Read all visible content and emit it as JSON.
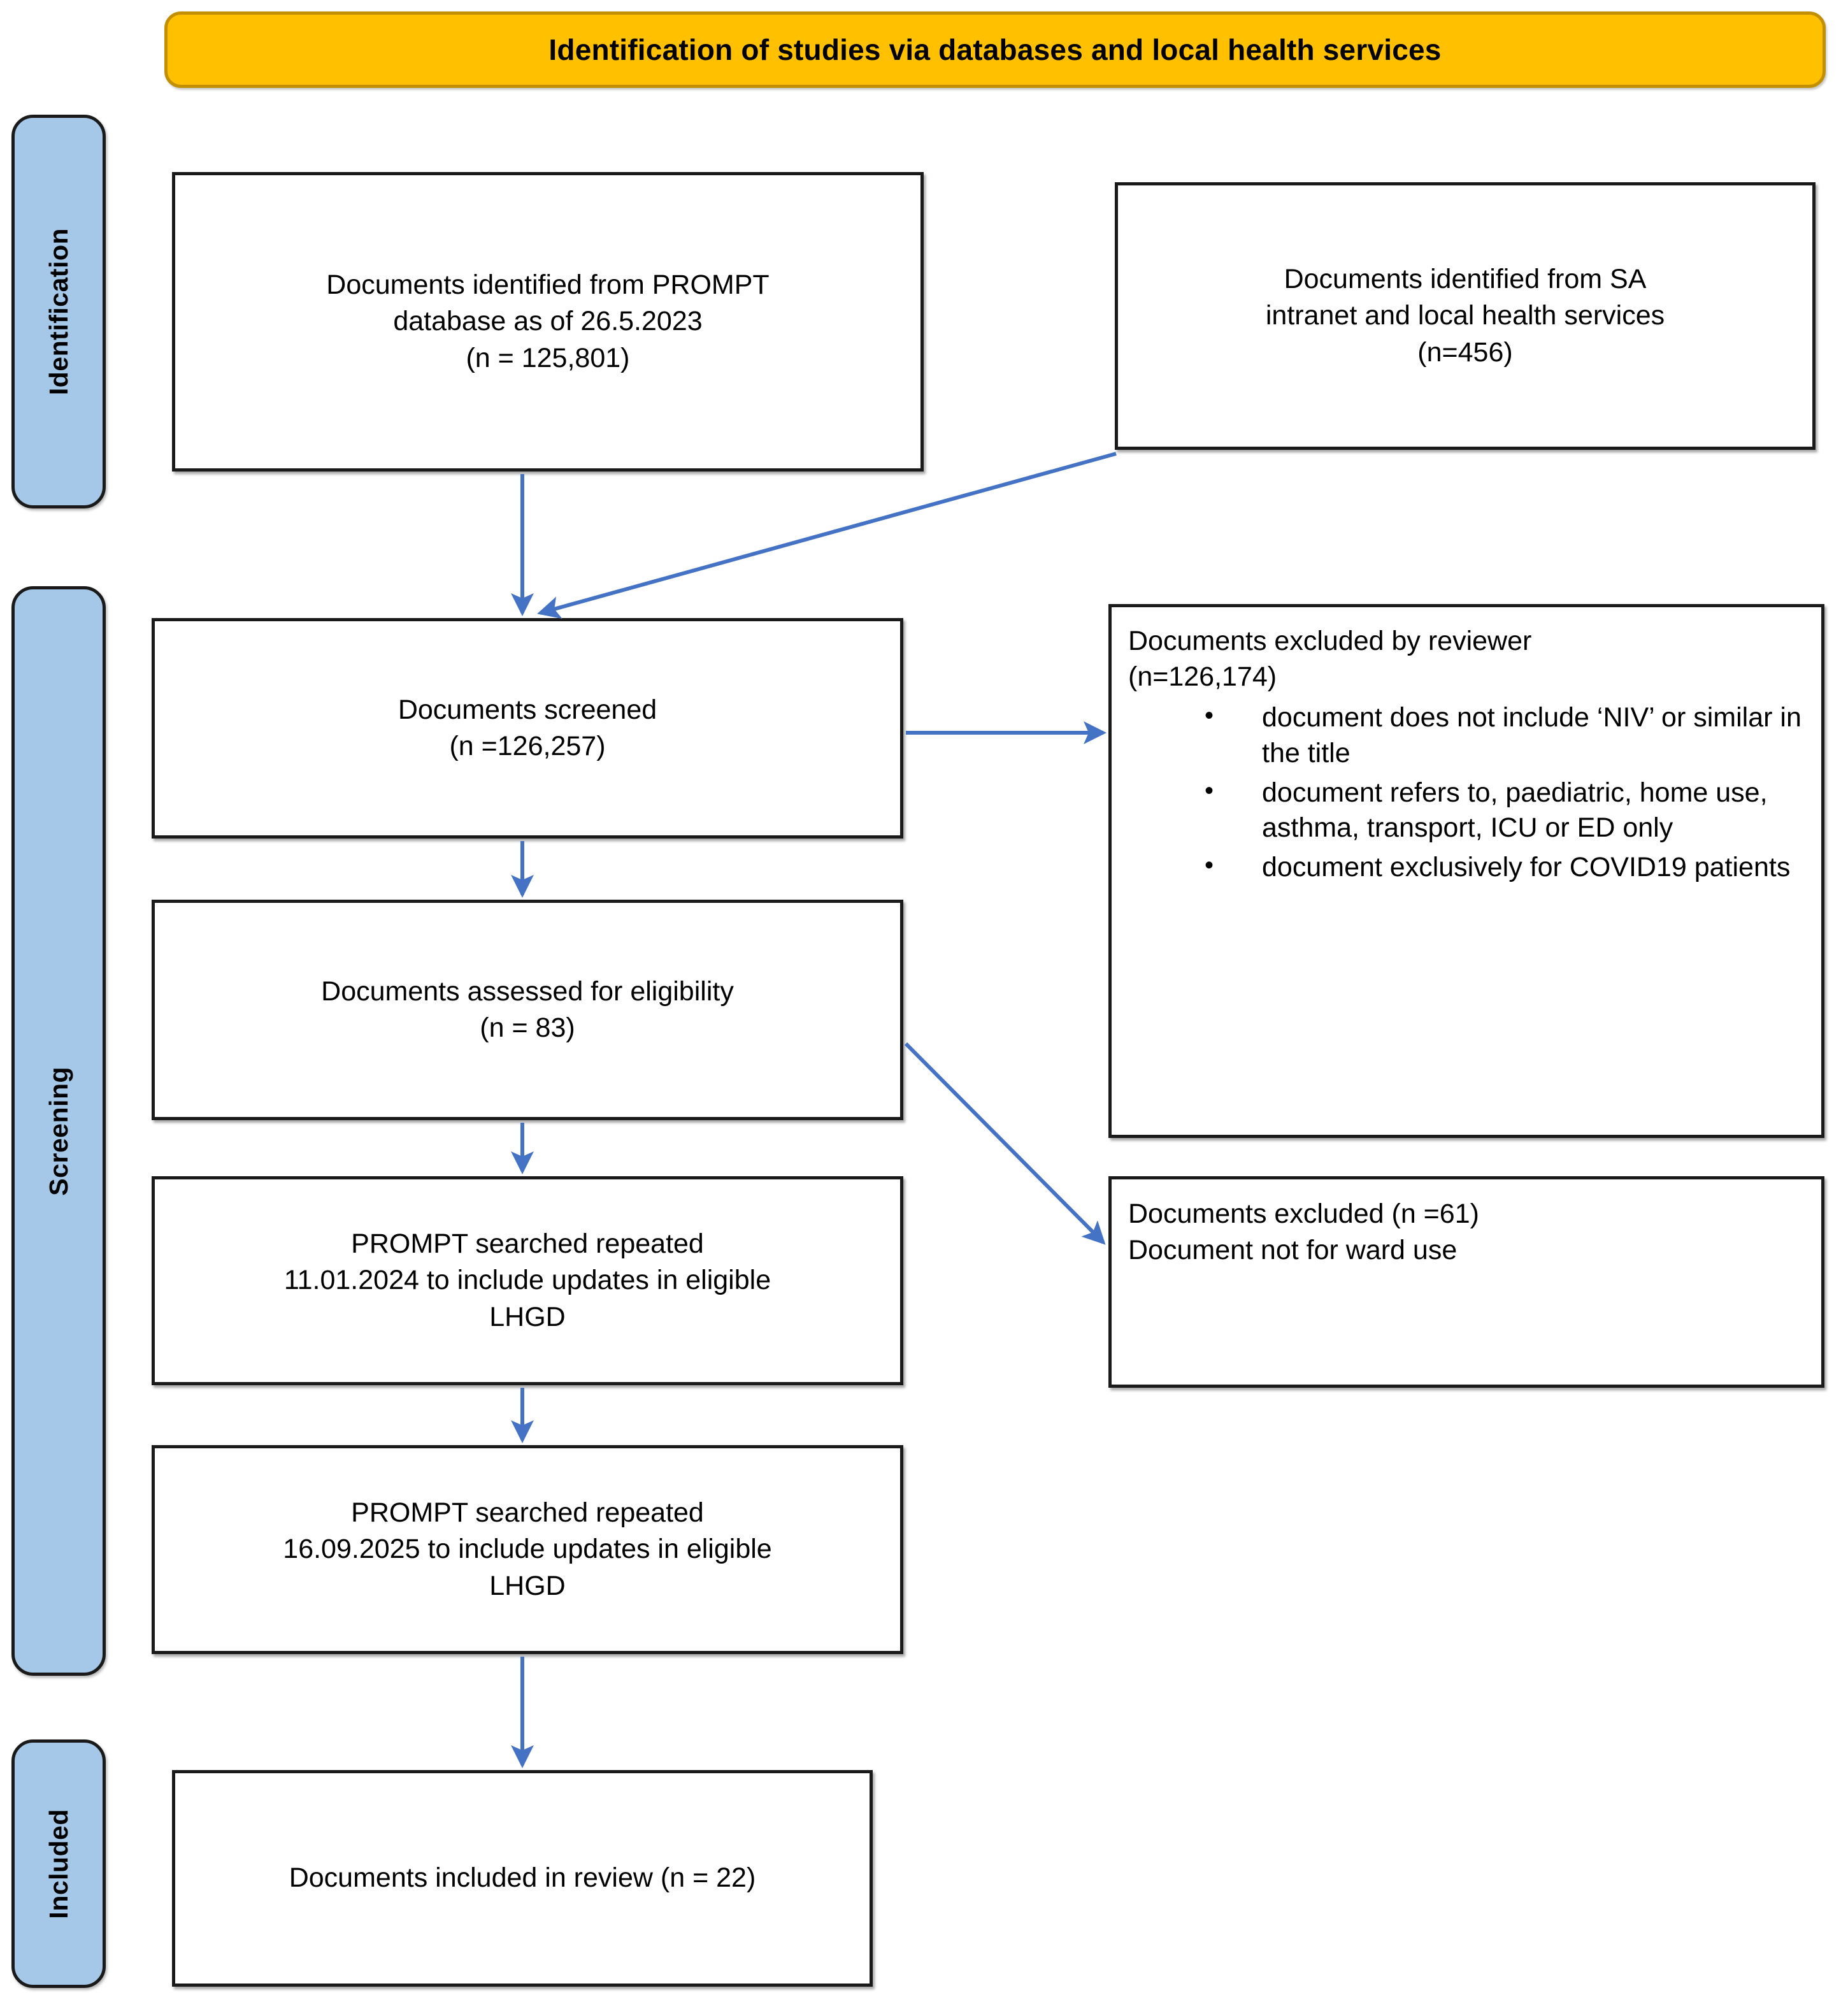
{
  "banner": {
    "title": "Identification of studies via databases and local health services",
    "fill_color": "#FFC000",
    "border_color": "#C28F00"
  },
  "stages": {
    "fill_color": "#A5C8E8",
    "identification": "Identification",
    "screening": "Screening",
    "included": "Included"
  },
  "boxes": {
    "prompt_db": "Documents identified from PROMPT\ndatabase as of 26.5.2023\n(n = 125,801)",
    "sa_intranet": "Documents identified from SA\nintranet and local health services\n(n=456)",
    "screened": "Documents screened\n(n =126,257)",
    "eligible": "Documents assessed for eligibility\n(n = 83)",
    "repeat_search_1": "PROMPT searched repeated\n11.01.2024 to include updates in eligible\nLHGD",
    "repeat_search_2": "PROMPT searched repeated\n16.09.2025 to include updates in eligible\nLHGD",
    "excluded_reviewer_heading": "Documents excluded by reviewer\n(n=126,174)",
    "excluded_reviewer_reasons": [
      "document does not include ‘NIV’ or similar in the title",
      "document refers to, paediatric, home use, asthma, transport, ICU or ED only",
      "document exclusively for COVID19 patients"
    ],
    "excluded_ward": "Documents excluded (n =61)\nDocument not for ward use",
    "included": "Documents included in review (n = 22)"
  },
  "connectors": {
    "arrow_color": "#4472C4",
    "items": [
      "prompt-db-to-screened",
      "sa-intranet-to-screened",
      "screened-to-excluded-reviewer",
      "screened-to-eligible",
      "eligible-to-excluded-ward",
      "eligible-to-repeat-1",
      "repeat-1-to-repeat-2",
      "repeat-2-to-included"
    ]
  }
}
